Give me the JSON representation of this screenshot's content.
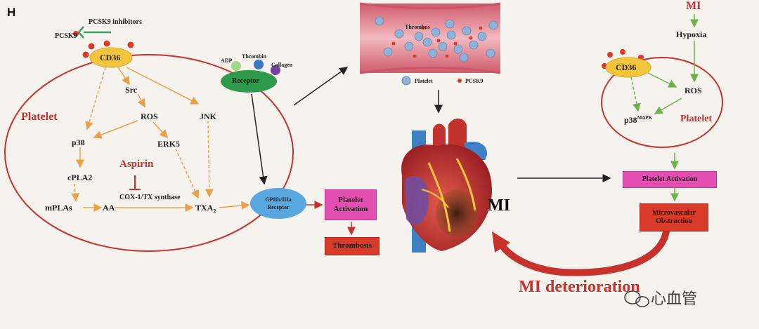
{
  "panel_label": "H",
  "left": {
    "pcsk9_inhibitors": "PCSK9 inhibitors",
    "pcsk9": "PCSK9",
    "cd36": "CD36",
    "platelet": "Platelet",
    "src": "Src",
    "ros": "ROS",
    "jnk": "JNK",
    "p38": "p38",
    "erk5": "ERK5",
    "aspirin": "Aspirin",
    "cpla2": "cPLA2",
    "mplas": "mPLAs",
    "aa": "AA",
    "cox": "COX-1/TX synthase",
    "txa2": "TXA",
    "txa2_sub": "2",
    "adp": "ADP",
    "thrombin": "Thrombin",
    "collagen": "Collagen",
    "receptor": "Receptor",
    "gp_line1": "GPIIb/IIIa",
    "gp_line2": "Receptor",
    "platelet_activation": "Platelet Activation",
    "thrombosis": "Thrombosis"
  },
  "middle": {
    "thrombus": "Thrombus",
    "legend_platelet": "Platelet",
    "legend_pcsk9": "PCSK9",
    "mi": "MI",
    "mi_deterioration": "MI deterioration"
  },
  "right": {
    "mi": "MI",
    "hypoxia": "Hypoxia",
    "cd36": "CD36",
    "ros": "ROS",
    "p38": "p38",
    "p38_sup": "MAPK",
    "platelet": "Platelet",
    "platelet_activation": "Platelet Activation",
    "microvascular_line1": "Microvascular",
    "microvascular_line2": "Obstruction"
  },
  "watermark": "心血管",
  "colors": {
    "outline_red": "#c8322c",
    "cd36_yellow": "#f2c53d",
    "receptor_green": "#2f9a4c",
    "gp_blue": "#5aa6de",
    "box_magenta": "#e34fb0",
    "box_red": "#d83a2a",
    "pcsk9_dot": "#d93a2a"
  }
}
